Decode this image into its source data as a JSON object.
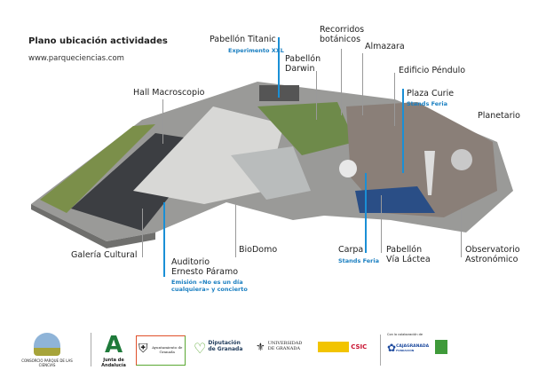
{
  "header": {
    "title": "Plano ubicación actividades",
    "url": "www.parqueciencias.com"
  },
  "labels": {
    "titanic": "Pabellón Titanic",
    "titanic_sub": "Experimento XXL",
    "recorridos1": "Recorridos",
    "recorridos2": "botánicos",
    "darwin1": "Pabellón",
    "darwin2": "Darwin",
    "almazara": "Almazara",
    "pendulo": "Edificio Péndulo",
    "curie": "Plaza Curie",
    "curie_sub": "Stands Feria",
    "planetario": "Planetario",
    "macroscopio": "Hall Macroscopio",
    "galeria": "Galería Cultural",
    "auditorio1": "Auditorio",
    "auditorio2": "Ernesto Páramo",
    "auditorio_sub1": "Emisión «No es un día",
    "auditorio_sub2": "cualquiera» y concierto",
    "biodomo": "BioDomo",
    "carpa": "Carpa",
    "carpa_sub": "Stands Feria",
    "vialactea1": "Pabellón",
    "vialactea2": "Vía Láctea",
    "observatorio1": "Observatorio",
    "observatorio2": "Astronómico"
  },
  "footer": {
    "consorcio": "CONSORCIO PARQUE DE LAS CIENCIAS",
    "junta": "Junta de Andalucía",
    "ayuntamiento": "Ayuntamiento de Granada",
    "diputacion1": "Diputación",
    "diputacion2": "de Granada",
    "universidad1": "UNIVERSIDAD",
    "universidad2": "DE GRANADA",
    "csic": "CSIC",
    "colaboracion": "Con la colaboración de",
    "cajagranada": "CAJAGRANADA",
    "cajagranada_sub": "FUNDACIÓN"
  },
  "colors": {
    "accent": "#1a8fd6",
    "green": "#5aa832",
    "junta": "#1e7a3a"
  }
}
